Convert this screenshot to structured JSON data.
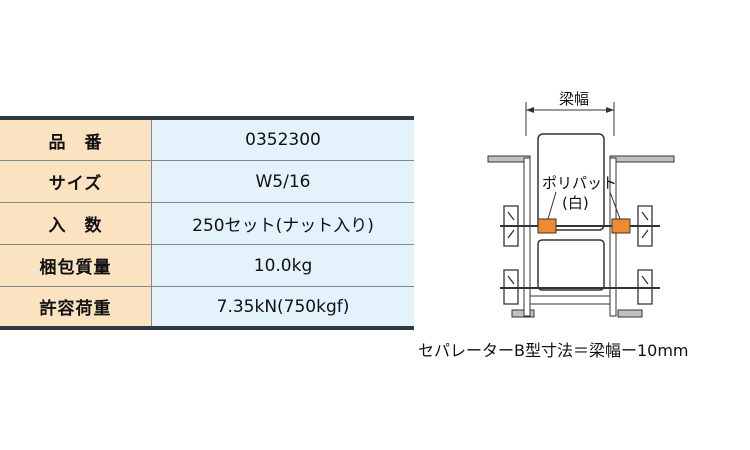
{
  "table": {
    "rows": [
      {
        "label": "品　番",
        "value": "0352300"
      },
      {
        "label": "サイズ",
        "value": "W5/16"
      },
      {
        "label": "入　数",
        "value": "250セット(ナット入り)"
      },
      {
        "label": "梱包質量",
        "value": "10.0kg"
      },
      {
        "label": "許容荷重",
        "value": "7.35kN(750kgf)"
      }
    ]
  },
  "diagram": {
    "width_label": "梁幅",
    "part_label": "ポリパット",
    "part_color_label": "(白)",
    "colors": {
      "pad": "#f08a30",
      "steel": "#bfc2c5",
      "line": "#333333"
    }
  },
  "caption": "セパレーターB型寸法＝梁幅ー10mm"
}
